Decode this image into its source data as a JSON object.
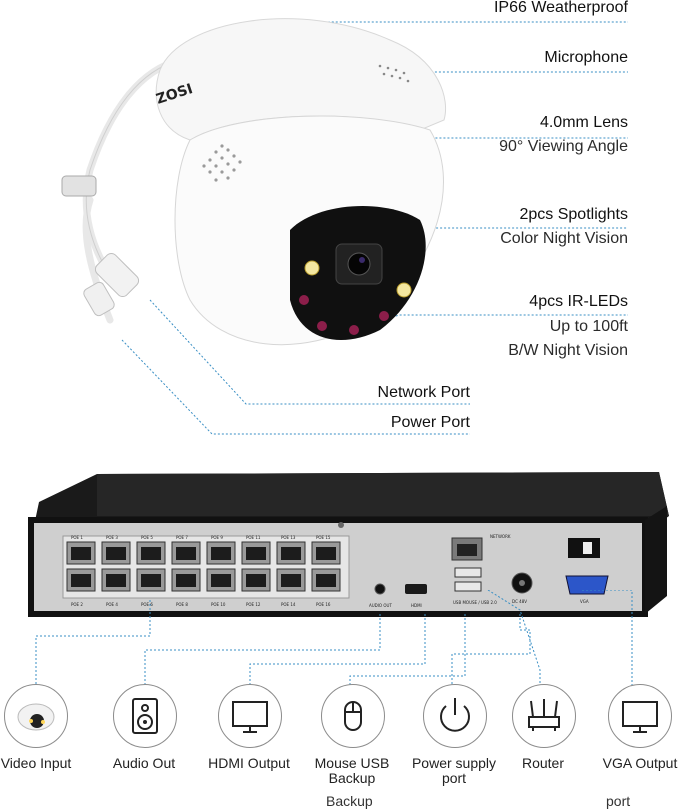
{
  "camera_callouts": {
    "weatherproof": "IP66 Weatherproof",
    "microphone": "Microphone",
    "lens_title": "4.0mm Lens",
    "lens_sub": "90° Viewing Angle",
    "spot_title": "2pcs Spotlights",
    "spot_sub": "Color Night Vision",
    "ir_title": "4pcs IR-LEDs",
    "ir_sub1": "Up to 100ft",
    "ir_sub2": "B/W Night Vision",
    "network_port": "Network Port",
    "power_port": "Power Port"
  },
  "camera": {
    "brand": "ZOSI"
  },
  "nvr": {
    "poe_top": [
      "POE 1",
      "POE 3",
      "POE 5",
      "POE 7",
      "POE 9",
      "POE 11",
      "POE 13",
      "POE 15"
    ],
    "poe_bottom": [
      "POE 2",
      "POE 4",
      "POE 6",
      "POE 8",
      "POE 10",
      "POE 12",
      "POE 14",
      "POE 16"
    ],
    "audio_label": "AUDIO OUT",
    "hdmi_label": "HDMI",
    "network_label": "NETWORK",
    "usb_label": "USB MOUSE / USB 2.0",
    "dc_label": "DC 48V",
    "vga_label": "VGA"
  },
  "icons": [
    {
      "name": "video-input",
      "caption": "Video Input"
    },
    {
      "name": "audio-out",
      "caption": "Audio Out"
    },
    {
      "name": "hdmi-output",
      "caption": "HDMI Output"
    },
    {
      "name": "mouse-usb-backup",
      "caption": "Mouse USB\nBackup"
    },
    {
      "name": "power-supply-port",
      "caption": "Power supply\nport"
    },
    {
      "name": "router",
      "caption": "Router"
    },
    {
      "name": "vga-output",
      "caption": "VGA Output"
    }
  ],
  "clipped_text": {
    "backup": "Backup",
    "port": "port"
  },
  "colors": {
    "callout_line": "#3a8fc4",
    "nvr_body": "#1c1c1c",
    "nvr_panel": "#c9c9c9"
  }
}
